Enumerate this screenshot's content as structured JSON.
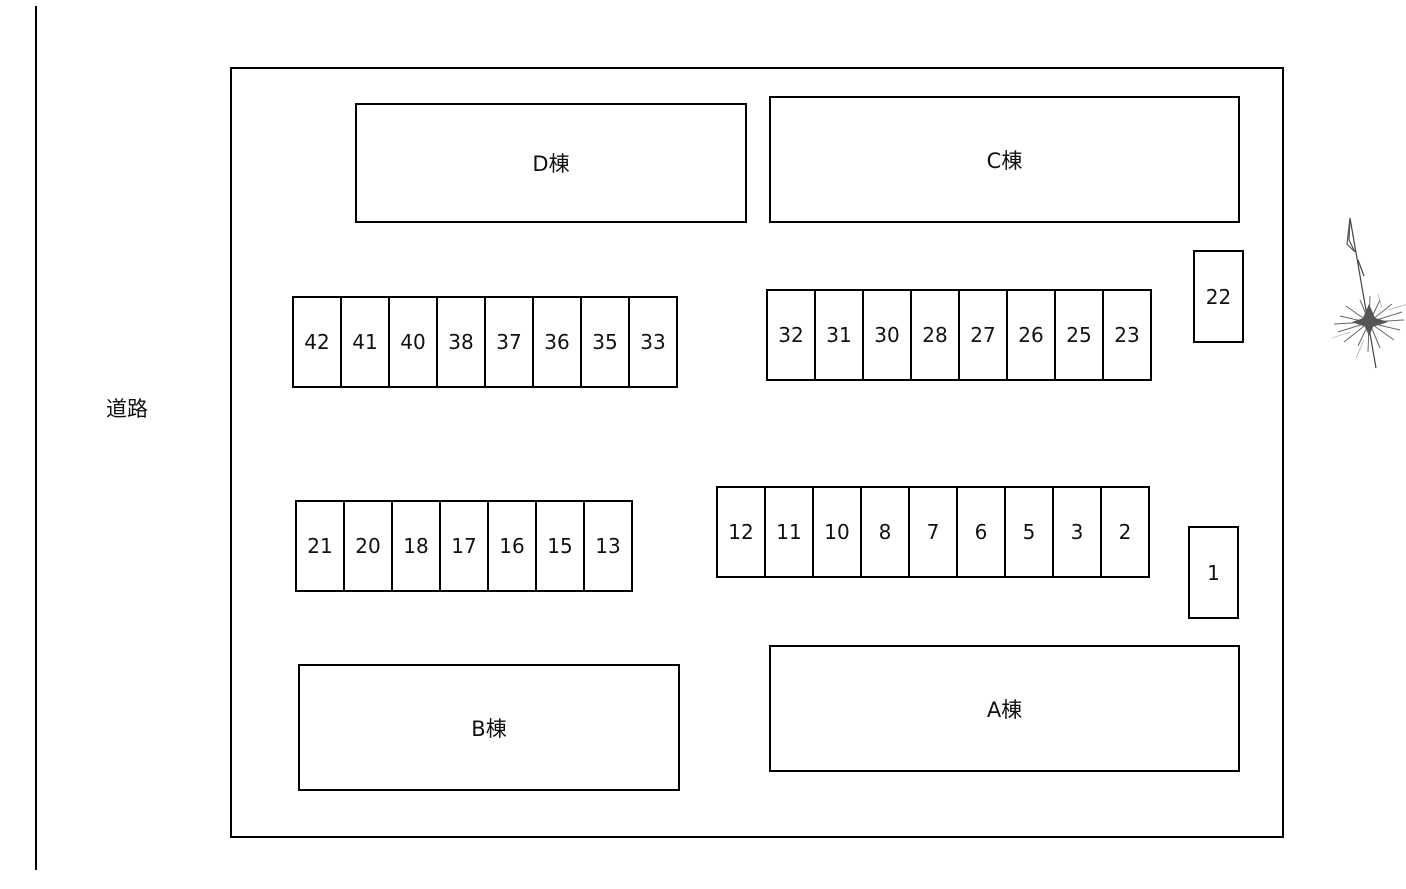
{
  "road": {
    "label": "道路"
  },
  "buildings": {
    "d": "D棟",
    "c": "C棟",
    "b": "B棟",
    "a": "A棟"
  },
  "parking": {
    "row_top_left": [
      "42",
      "41",
      "40",
      "38",
      "37",
      "36",
      "35",
      "33"
    ],
    "row_top_right": [
      "32",
      "31",
      "30",
      "28",
      "27",
      "26",
      "25",
      "23"
    ],
    "spot_22": "22",
    "row_bottom_left": [
      "21",
      "20",
      "18",
      "17",
      "16",
      "15",
      "13"
    ],
    "row_bottom_right": [
      "12",
      "11",
      "10",
      "8",
      "7",
      "6",
      "5",
      "3",
      "2"
    ],
    "spot_1": "1"
  },
  "compass": {
    "icon": "north-arrow-compass-icon"
  }
}
